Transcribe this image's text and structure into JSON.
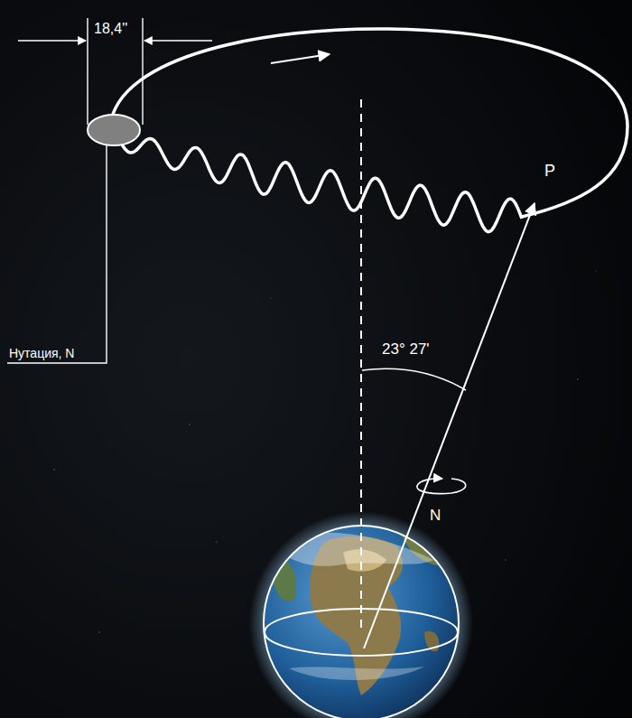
{
  "diagram": {
    "labels": [
      "18,4''",
      "Нутация, N",
      "P",
      "23° 27'",
      "N"
    ]
  }
}
